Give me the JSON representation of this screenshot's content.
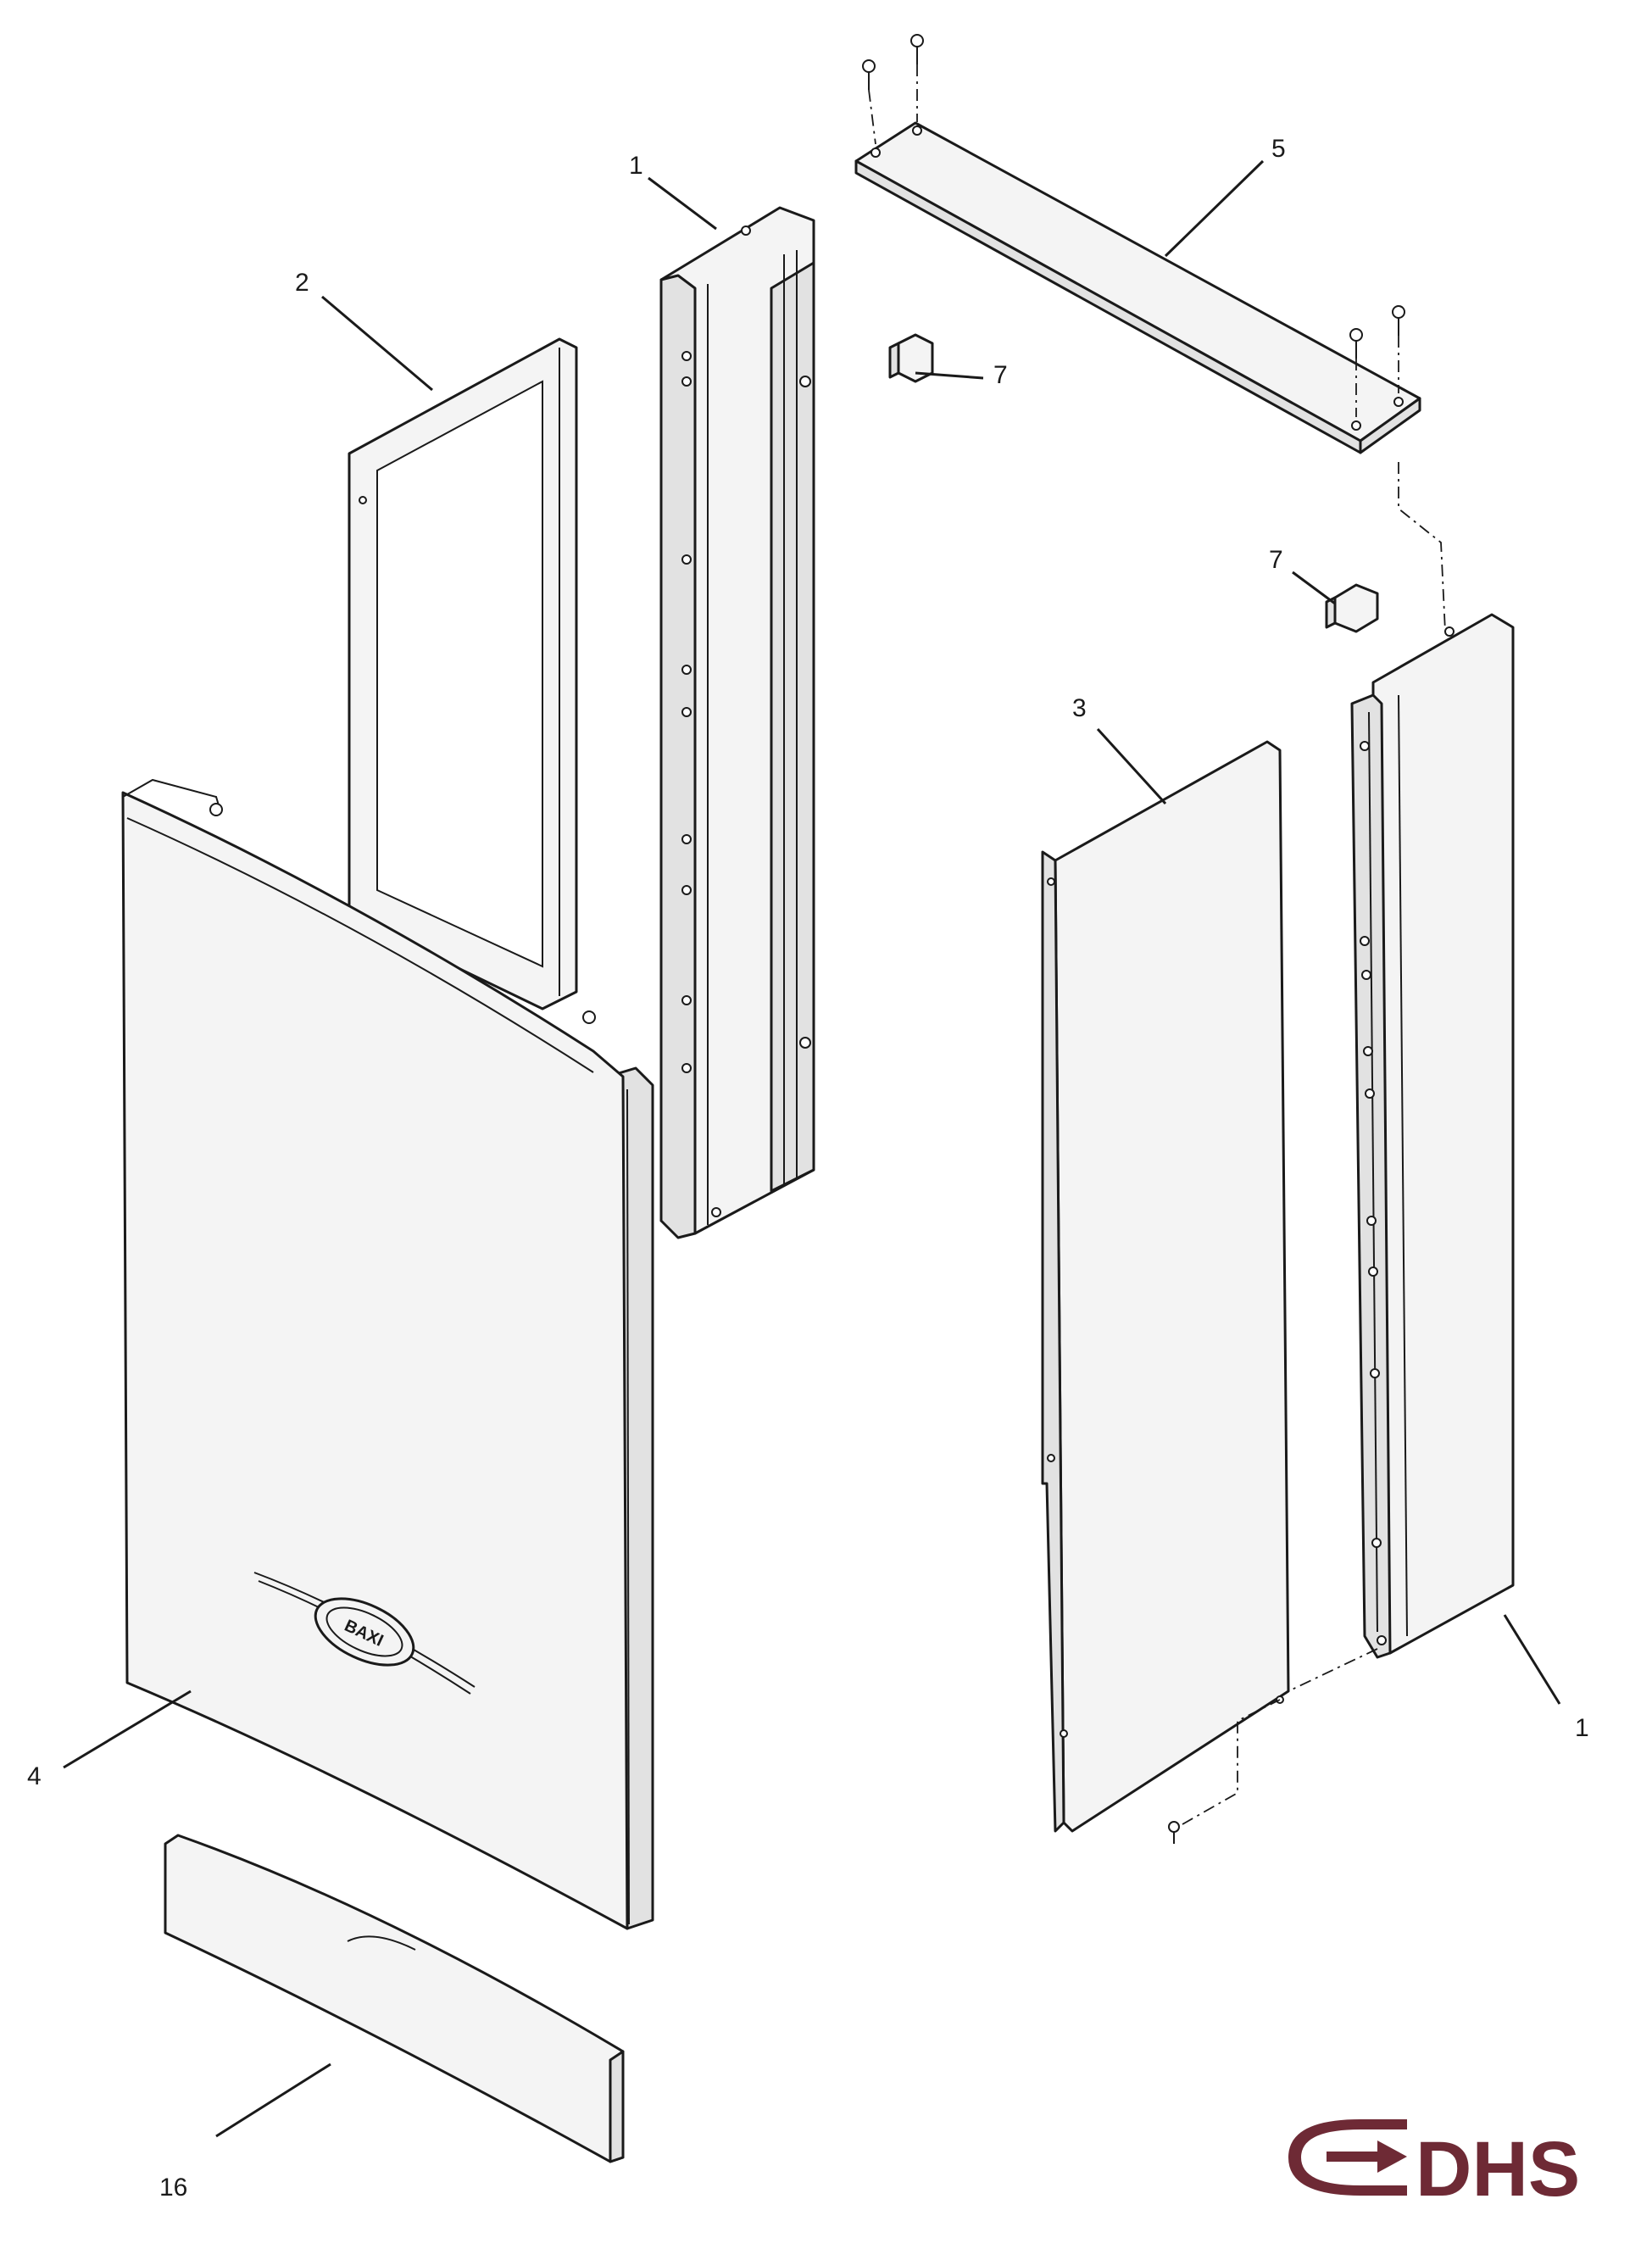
{
  "callouts": {
    "c1_top": "1",
    "c1_bottom": "1",
    "c2": "2",
    "c3": "3",
    "c4": "4",
    "c5": "5",
    "c7_top": "7",
    "c7_mid": "7",
    "c16": "16"
  },
  "badge_text": "BAXI",
  "logo_text": "DHS",
  "colors": {
    "line": "#1a1a1a",
    "logo": "#6e2a35",
    "background": "#ffffff"
  }
}
